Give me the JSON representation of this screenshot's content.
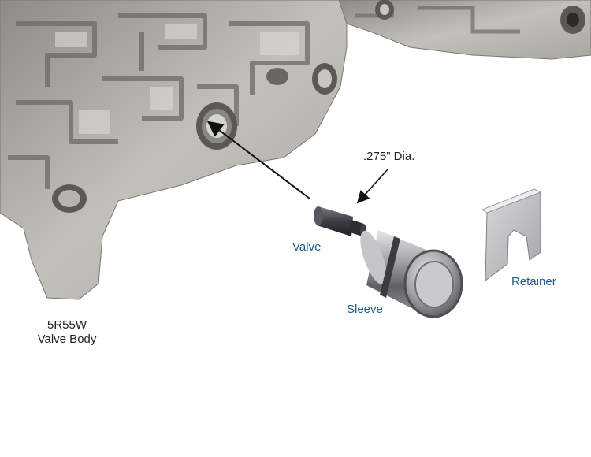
{
  "labels": {
    "dia": ".275\" Dia.",
    "valve": "Valve",
    "sleeve": "Sleeve",
    "retainer": "Retainer",
    "body_line1": "5R55W",
    "body_line2": "Valve Body"
  },
  "colors": {
    "label_blue": "#1f5a8f",
    "label_dark": "#222222",
    "casting": "#b9b6b1",
    "casting_shadow": "#6f6c68",
    "arrow": "#111111"
  }
}
